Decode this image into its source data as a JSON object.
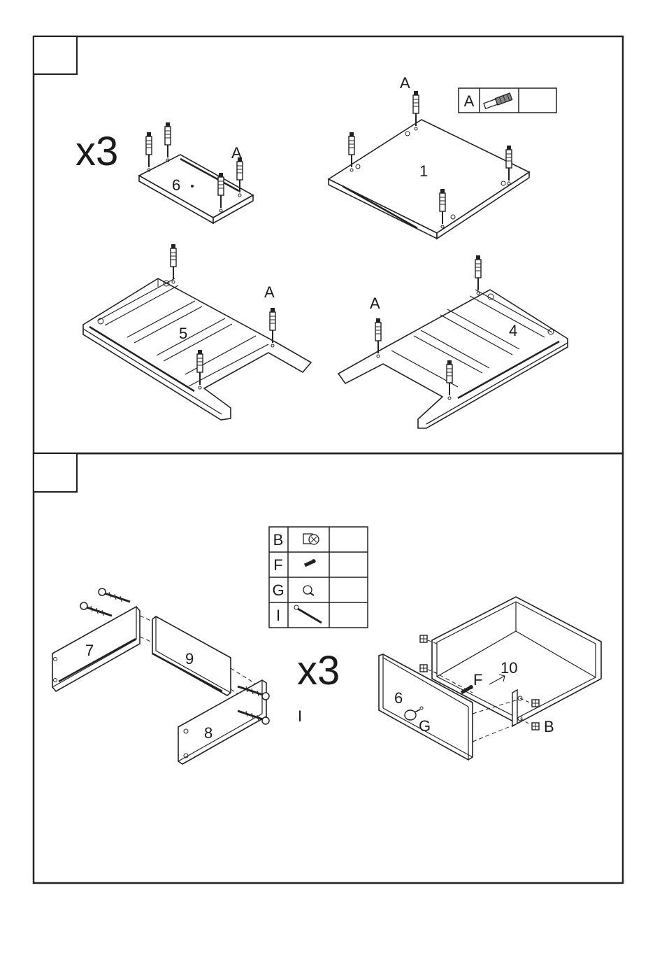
{
  "steps": [
    {
      "number": "",
      "multiplier": "x3",
      "legend": [
        {
          "letter": "A",
          "qty": ""
        }
      ],
      "labels": {
        "part_small_panel": "6",
        "part_top_panel": "1",
        "part_left_frame": "5",
        "part_right_frame": "4",
        "dowel_small": "A",
        "dowel_top": "A",
        "dowel_left": "A",
        "dowel_right": "A"
      }
    },
    {
      "number": "",
      "multiplier": "x3",
      "legend": [
        {
          "letter": "B",
          "qty": ""
        },
        {
          "letter": "F",
          "qty": ""
        },
        {
          "letter": "G",
          "qty": ""
        },
        {
          "letter": "I",
          "qty": ""
        }
      ],
      "labels": {
        "part_side_left": "7",
        "part_back": "9",
        "part_side_right": "8",
        "screw_i": "I",
        "part_front": "6",
        "knob_g": "G",
        "screw_f": "F",
        "part_bottom": "10",
        "cam_b": "B"
      }
    }
  ]
}
